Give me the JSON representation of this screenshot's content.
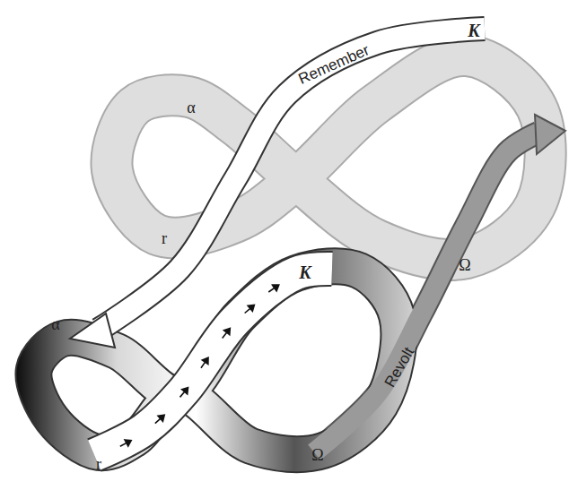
{
  "diagram": {
    "labels": [
      "α",
      "Remember",
      "K",
      "r",
      "Ω",
      "α",
      "K",
      "Revolt",
      "r",
      "Ω"
    ]
  }
}
